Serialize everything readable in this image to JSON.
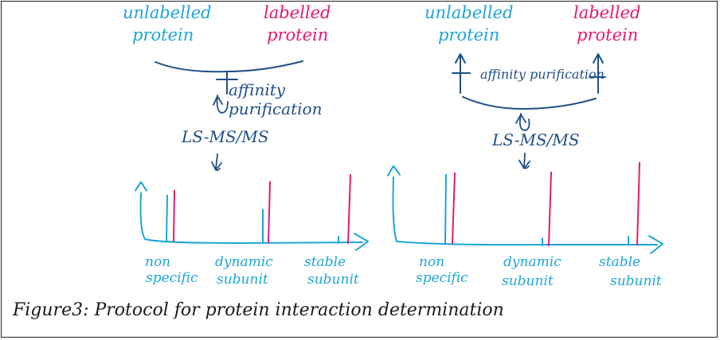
{
  "colors": {
    "unlabelled": "#1da5d6",
    "labelled": "#e8186d",
    "process": "#1f4f86",
    "caption": "#1a1a1a"
  },
  "left": {
    "unlabelled": [
      "unlabelled",
      "protein"
    ],
    "labelled": [
      "labelled",
      "protein"
    ],
    "step1": [
      "affinity",
      "purification"
    ],
    "step2": "LS-MS/MS",
    "categories": [
      [
        "non",
        "specific"
      ],
      [
        "dynamic",
        "subunit"
      ],
      [
        "stable",
        "subunit"
      ]
    ]
  },
  "right": {
    "unlabelled": [
      "unlabelled",
      "protein"
    ],
    "labelled": [
      "labelled",
      "protein"
    ],
    "step1": "affinity purification",
    "step2": "LS-MS/MS",
    "categories": [
      [
        "non",
        "specific"
      ],
      [
        "dynamic",
        "subunit"
      ],
      [
        "stable",
        "subunit"
      ]
    ]
  },
  "caption": "Figure3: Protocol for protein interaction determination"
}
